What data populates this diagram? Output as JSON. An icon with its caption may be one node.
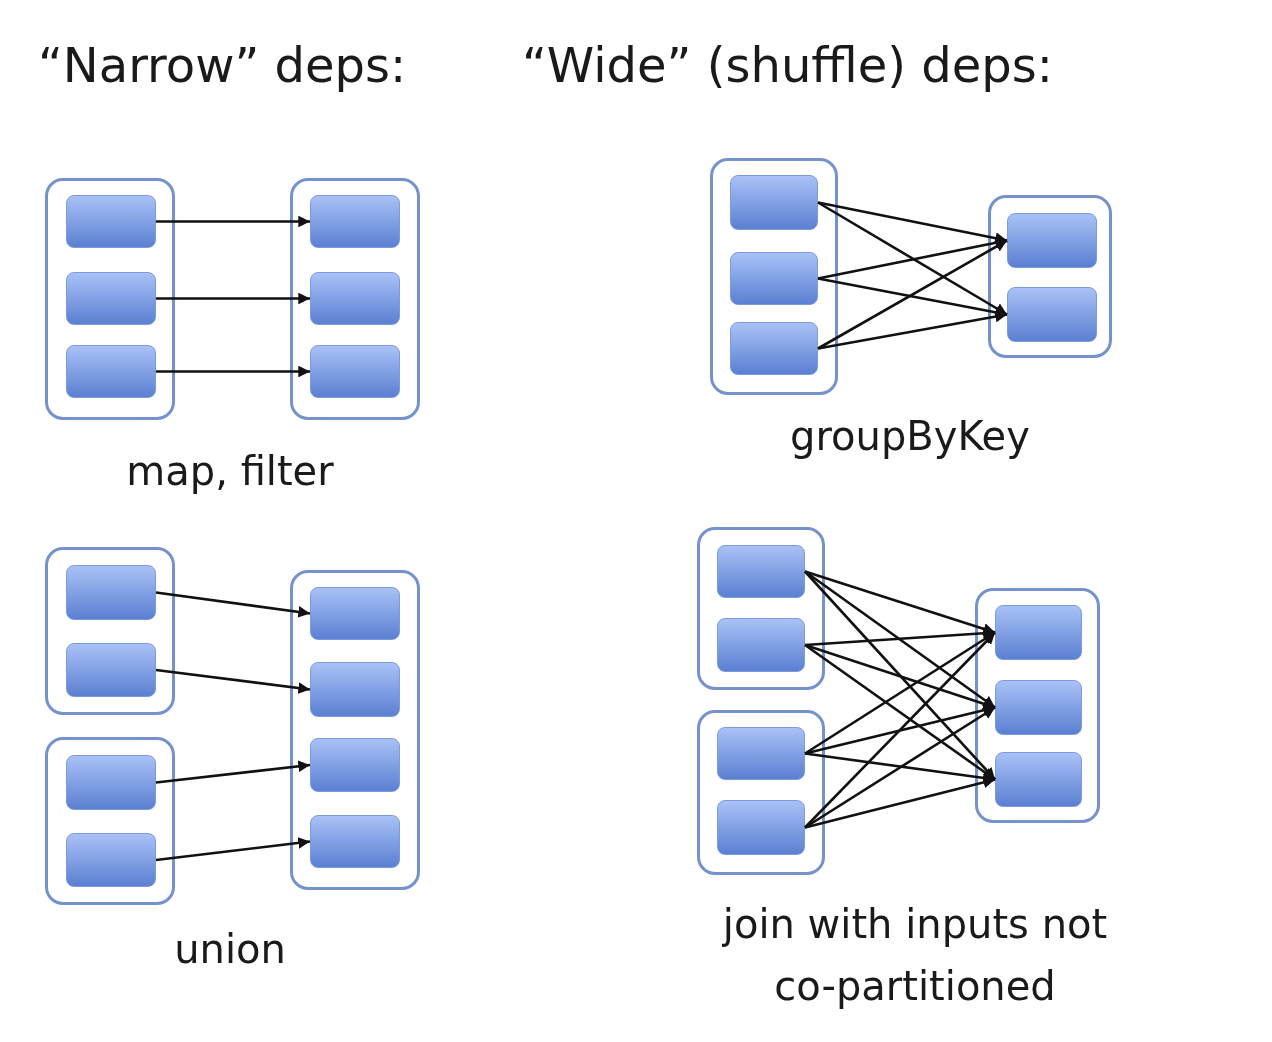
{
  "diagram": {
    "nodes": [
      {
        "text": [],
        "shape": "box"
      },
      {
        "text": [],
        "shape": "box",
        "in": 0
      },
      {
        "text": [],
        "shape": "box",
        "in": 0
      },
      {
        "text": [],
        "shape": "box",
        "in": 0
      },
      {
        "text": [],
        "shape": "box"
      },
      {
        "text": [],
        "shape": "box",
        "in": 4
      },
      {
        "text": [],
        "shape": "box",
        "in": 4
      },
      {
        "text": [],
        "shape": "box",
        "in": 4
      },
      {
        "text": [],
        "shape": "box"
      },
      {
        "text": [],
        "shape": "box",
        "in": 8
      },
      {
        "text": [],
        "shape": "box",
        "in": 8
      },
      {
        "text": [],
        "shape": "box",
        "in": 8
      },
      {
        "text": [],
        "shape": "box"
      },
      {
        "text": [],
        "shape": "box",
        "in": 12
      },
      {
        "text": [],
        "shape": "box",
        "in": 12
      },
      {
        "text": [],
        "shape": "box"
      },
      {
        "text": [],
        "shape": "box",
        "in": 15
      },
      {
        "text": [],
        "shape": "box",
        "in": 15
      },
      {
        "text": [],
        "shape": "box"
      },
      {
        "text": [],
        "shape": "box",
        "in": 18
      },
      {
        "text": [],
        "shape": "box",
        "in": 18
      },
      {
        "text": [],
        "shape": "box"
      },
      {
        "text": [],
        "shape": "box",
        "in": 21
      },
      {
        "text": [],
        "shape": "box",
        "in": 21
      },
      {
        "text": [],
        "shape": "box",
        "in": 21
      },
      {
        "text": [],
        "shape": "box",
        "in": 21
      },
      {
        "text": [],
        "shape": "box"
      },
      {
        "text": [],
        "shape": "box",
        "in": 26
      },
      {
        "text": [],
        "shape": "box",
        "in": 26
      },
      {
        "text": [],
        "shape": "box"
      },
      {
        "text": [],
        "shape": "box",
        "in": 29
      },
      {
        "text": [],
        "shape": "box",
        "in": 29
      },
      {
        "text": [],
        "shape": "box"
      },
      {
        "text": [],
        "shape": "box",
        "in": 32
      },
      {
        "text": [],
        "shape": "box",
        "in": 32
      },
      {
        "text": [],
        "shape": "box",
        "in": 32
      }
    ],
    "edges": [
      {
        "from": 1,
        "to": 5,
        "arrow": "to"
      },
      {
        "from": 2,
        "to": 6,
        "arrow": "to"
      },
      {
        "from": 3,
        "to": 7,
        "arrow": "to"
      },
      {
        "from": 9,
        "to": 13,
        "arrow": "to"
      },
      {
        "from": 9,
        "to": 14,
        "arrow": "to"
      },
      {
        "from": 10,
        "to": 13,
        "arrow": "to"
      },
      {
        "from": 10,
        "to": 14,
        "arrow": "to"
      },
      {
        "from": 11,
        "to": 13,
        "arrow": "to"
      },
      {
        "from": 11,
        "to": 14,
        "arrow": "to"
      },
      {
        "from": 16,
        "to": 22,
        "arrow": "to"
      },
      {
        "from": 17,
        "to": 23,
        "arrow": "to"
      },
      {
        "from": 19,
        "to": 24,
        "arrow": "to"
      },
      {
        "from": 20,
        "to": 25,
        "arrow": "to"
      },
      {
        "from": 27,
        "to": 33,
        "arrow": "to"
      },
      {
        "from": 27,
        "to": 34,
        "arrow": "to"
      },
      {
        "from": 27,
        "to": 35,
        "arrow": "to"
      },
      {
        "from": 28,
        "to": 33,
        "arrow": "to"
      },
      {
        "from": 28,
        "to": 34,
        "arrow": "to"
      },
      {
        "from": 28,
        "to": 35,
        "arrow": "to"
      },
      {
        "from": 30,
        "to": 33,
        "arrow": "to"
      },
      {
        "from": 30,
        "to": 34,
        "arrow": "to"
      },
      {
        "from": 30,
        "to": 35,
        "arrow": "to"
      },
      {
        "from": 31,
        "to": 33,
        "arrow": "to"
      },
      {
        "from": 31,
        "to": 34,
        "arrow": "to"
      },
      {
        "from": 31,
        "to": 35,
        "arrow": "to"
      }
    ],
    "labels": [
      "“Narrow” deps:",
      "“Wide” (shuffle) deps:",
      "map, filter",
      "groupByKey",
      "union",
      "join with inputs not co-partitioned"
    ]
  }
}
